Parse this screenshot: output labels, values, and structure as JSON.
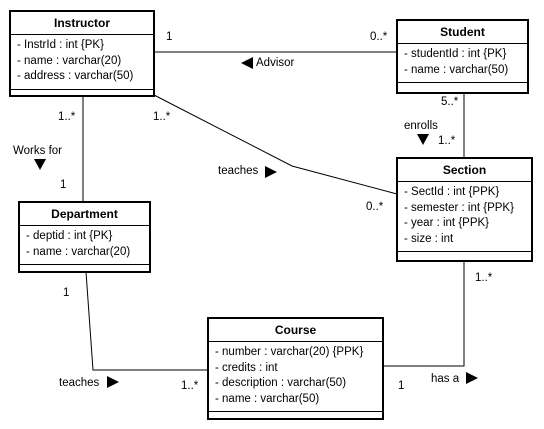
{
  "classes": {
    "instructor": {
      "name": "Instructor",
      "attributes": [
        "- InstrId : int {PK}",
        "- name : varchar(20)",
        "- address : varchar(50)"
      ]
    },
    "student": {
      "name": "Student",
      "attributes": [
        "- studentId : int {PK}",
        "- name : varchar(50)"
      ]
    },
    "department": {
      "name": "Department",
      "attributes": [
        "- deptid : int {PK}",
        "- name : varchar(20)"
      ]
    },
    "section": {
      "name": "Section",
      "attributes": [
        "- SectId : int {PPK}",
        "- semester : int {PPK}",
        "- year : int {PPK}",
        "- size : int"
      ]
    },
    "course": {
      "name": "Course",
      "attributes": [
        "- number : varchar(20) {PPK}",
        "- credits : int",
        "- description : varchar(50)",
        "- name : varchar(50)"
      ]
    }
  },
  "associations": {
    "advisor": {
      "label": "Advisor",
      "end_instructor": "1",
      "end_student": "0..*"
    },
    "works_for": {
      "label": "Works for",
      "end_instructor": "1..*",
      "end_department": "1"
    },
    "teaches_section": {
      "label": "teaches",
      "end_instructor": "1..*",
      "end_section": "0..*"
    },
    "enrolls": {
      "label": "enrolls",
      "end_student": "5..*",
      "end_section": "1..*"
    },
    "teaches_course": {
      "label": "teaches",
      "end_department": "1",
      "end_course": "1..*"
    },
    "has_a": {
      "label": "has a",
      "end_section": "1..*",
      "end_course": "1"
    }
  }
}
